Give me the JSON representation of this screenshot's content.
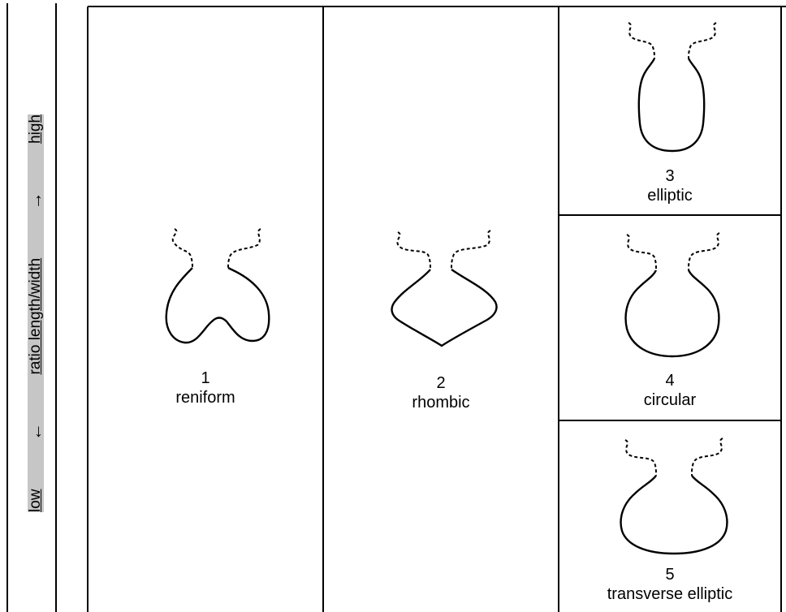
{
  "axis": {
    "low": "low",
    "label": "ratio length/width",
    "high": "high",
    "arrow_low": "←",
    "arrow_high": "→"
  },
  "shapes": [
    {
      "number": "1",
      "name": "reniform"
    },
    {
      "number": "2",
      "name": "rhombic"
    },
    {
      "number": "3",
      "name": "elliptic"
    },
    {
      "number": "4",
      "name": "circular"
    },
    {
      "number": "5",
      "name": "transverse elliptic"
    }
  ]
}
